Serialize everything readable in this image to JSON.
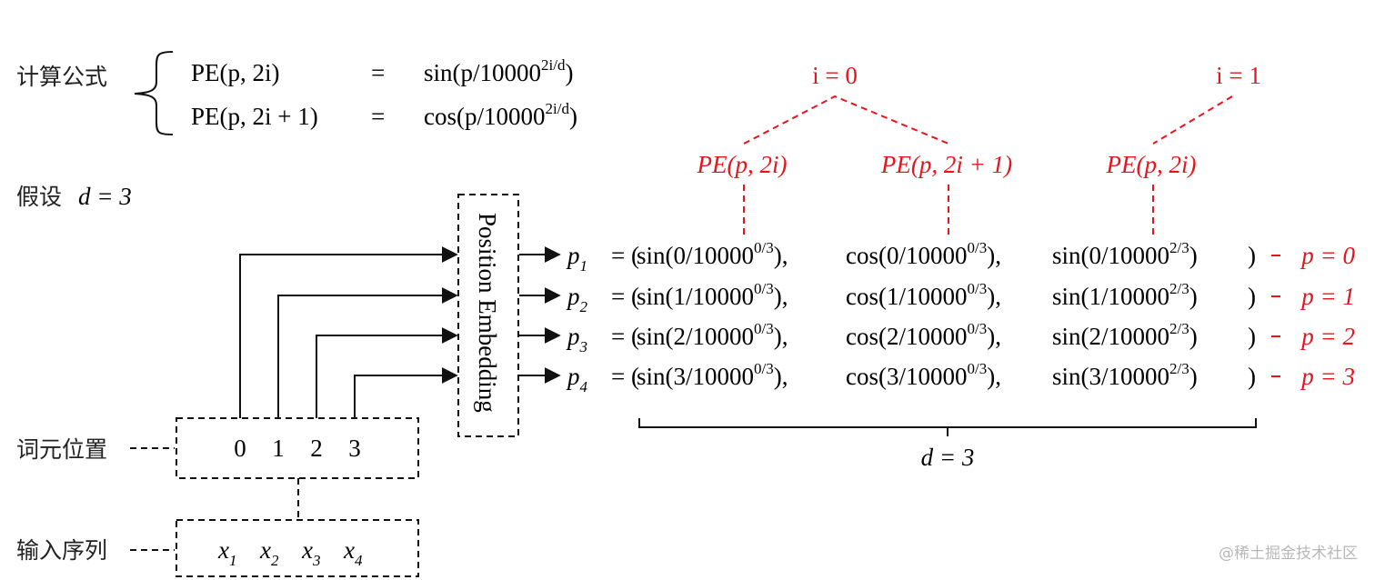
{
  "formula": {
    "label": "计算公式",
    "rows": [
      {
        "lhs": "PE(p, 2i)",
        "eq": "=",
        "fn": "sin",
        "arg": "(p/10000",
        "exp": "2i/d",
        "close": ")"
      },
      {
        "lhs": "PE(p, 2i + 1)",
        "eq": "=",
        "fn": "cos",
        "arg": "(p/10000",
        "exp": "2i/d",
        "close": ")"
      }
    ]
  },
  "assumption": {
    "label": "假设",
    "expr": "d = 3"
  },
  "token_positions": {
    "label": "词元位置",
    "values": [
      "0",
      "1",
      "2",
      "3"
    ]
  },
  "input_sequence": {
    "label": "输入序列",
    "items": [
      {
        "base": "x",
        "sub": "1"
      },
      {
        "base": "x",
        "sub": "2"
      },
      {
        "base": "x",
        "sub": "3"
      },
      {
        "base": "x",
        "sub": "4"
      }
    ]
  },
  "embedding_box": {
    "label": "Position Embedding"
  },
  "index_labels": [
    "i = 0",
    "i = 1"
  ],
  "pe_labels": [
    "PE(p, 2i)",
    "PE(p, 2i + 1)",
    "PE(p, 2i)"
  ],
  "encodings": [
    {
      "var": "p",
      "sub": "1",
      "eq": "= (",
      "terms": [
        {
          "fn": "sin",
          "num": "0",
          "exp": "0/3"
        },
        {
          "fn": "cos",
          "num": "0",
          "exp": "0/3"
        },
        {
          "fn": "sin",
          "num": "0",
          "exp": "2/3"
        }
      ],
      "close": ")",
      "pos_label": "p = 0"
    },
    {
      "var": "p",
      "sub": "2",
      "eq": "= (",
      "terms": [
        {
          "fn": "sin",
          "num": "1",
          "exp": "0/3"
        },
        {
          "fn": "cos",
          "num": "1",
          "exp": "0/3"
        },
        {
          "fn": "sin",
          "num": "1",
          "exp": "2/3"
        }
      ],
      "close": ")",
      "pos_label": "p = 1"
    },
    {
      "var": "p",
      "sub": "3",
      "eq": "= (",
      "terms": [
        {
          "fn": "sin",
          "num": "2",
          "exp": "0/3"
        },
        {
          "fn": "cos",
          "num": "2",
          "exp": "0/3"
        },
        {
          "fn": "sin",
          "num": "2",
          "exp": "2/3"
        }
      ],
      "close": ")",
      "pos_label": "p = 2"
    },
    {
      "var": "p",
      "sub": "4",
      "eq": "= (",
      "terms": [
        {
          "fn": "sin",
          "num": "3",
          "exp": "0/3"
        },
        {
          "fn": "cos",
          "num": "3",
          "exp": "0/3"
        },
        {
          "fn": "sin",
          "num": "3",
          "exp": "2/3"
        }
      ],
      "close": ")",
      "pos_label": "p = 3"
    }
  ],
  "dimension_label": "d = 3",
  "base": "10000",
  "watermark": "@稀土掘金技术社区",
  "colors": {
    "accent": "#e8141c",
    "ink": "#111111"
  }
}
